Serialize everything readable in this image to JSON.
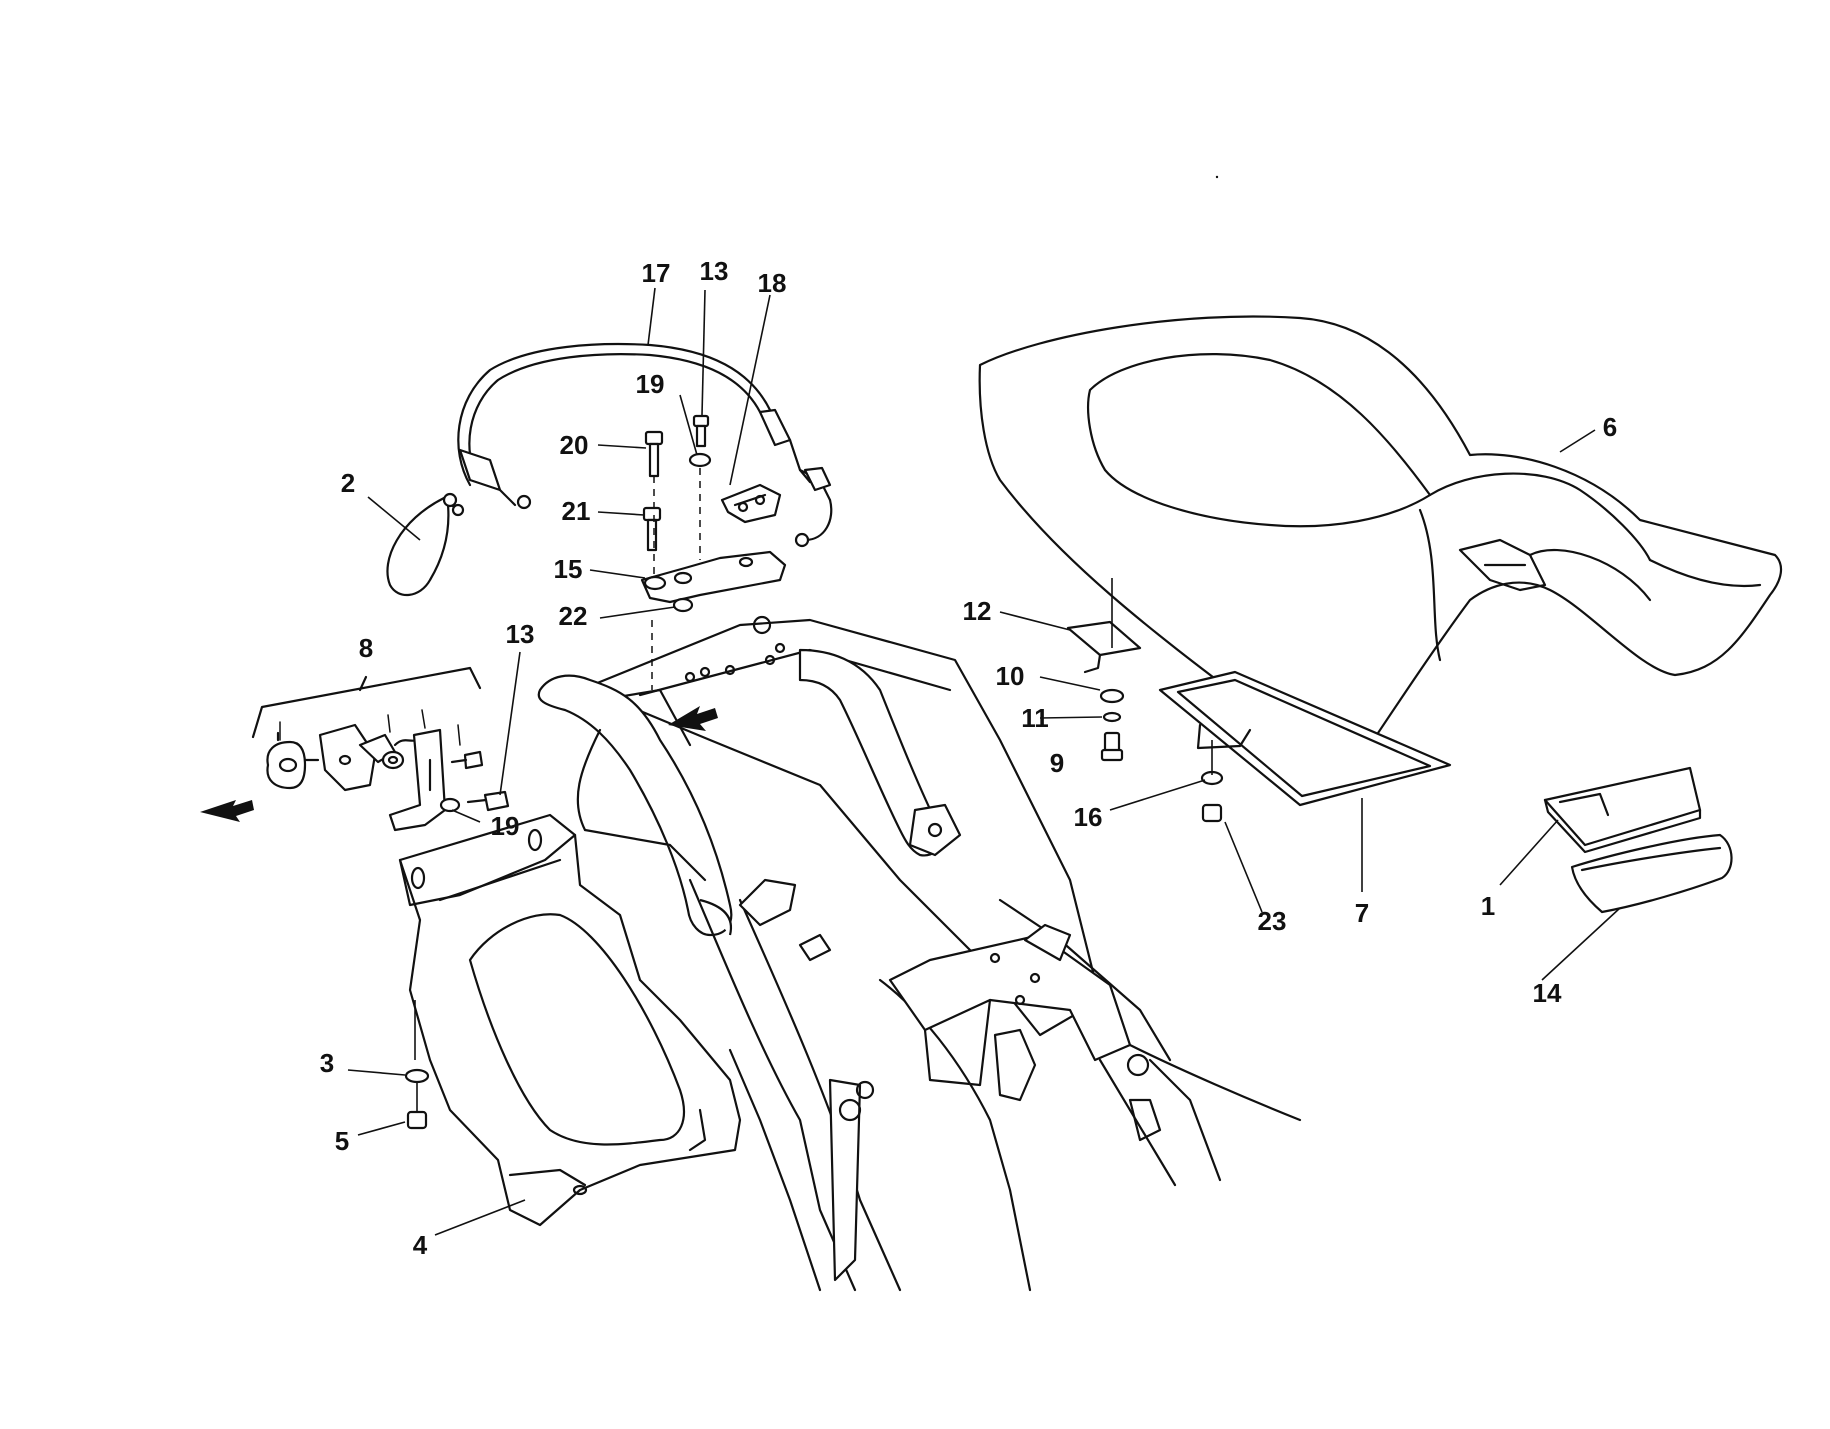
{
  "diagram": {
    "callouts": [
      {
        "id": "c1",
        "text": "1"
      },
      {
        "id": "c2",
        "text": "2"
      },
      {
        "id": "c3",
        "text": "3"
      },
      {
        "id": "c4",
        "text": "4"
      },
      {
        "id": "c5",
        "text": "5"
      },
      {
        "id": "c6",
        "text": "6"
      },
      {
        "id": "c7",
        "text": "7"
      },
      {
        "id": "c8",
        "text": "8"
      },
      {
        "id": "c9",
        "text": "9"
      },
      {
        "id": "c10",
        "text": "10"
      },
      {
        "id": "c11",
        "text": "11"
      },
      {
        "id": "c12",
        "text": "12"
      },
      {
        "id": "c13a",
        "text": "13"
      },
      {
        "id": "c13b",
        "text": "13"
      },
      {
        "id": "c14",
        "text": "14"
      },
      {
        "id": "c15",
        "text": "15"
      },
      {
        "id": "c16",
        "text": "16"
      },
      {
        "id": "c17",
        "text": "17"
      },
      {
        "id": "c18",
        "text": "18"
      },
      {
        "id": "c19a",
        "text": "19"
      },
      {
        "id": "c19b",
        "text": "19"
      },
      {
        "id": "c20",
        "text": "20"
      },
      {
        "id": "c21",
        "text": "21"
      },
      {
        "id": "c22",
        "text": "22"
      },
      {
        "id": "c23",
        "text": "23"
      }
    ]
  },
  "colors": {
    "ink": "#111111",
    "paper": "#ffffff"
  }
}
